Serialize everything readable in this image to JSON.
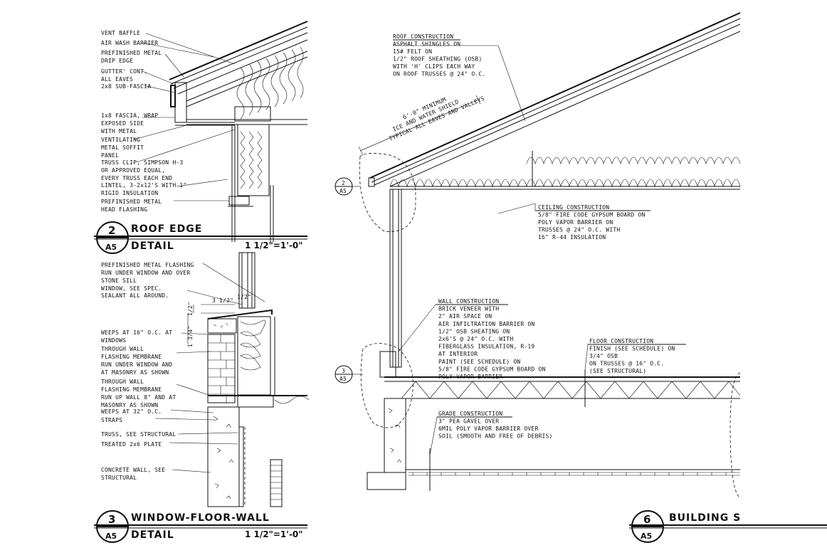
{
  "details": {
    "roof_edge": {
      "number": "2",
      "sheet": "A5",
      "title_line1": "ROOF EDGE",
      "title_line2": "DETAIL",
      "scale": "1 1/2\"=1'-0\"",
      "labels": [
        "VENT BAFFLE",
        "AIR WASH BARRIER",
        "PREFINISHED METAL",
        "DRIP EDGE",
        "GUTTER' CONT.",
        "ALL EAVES",
        "2x8 SUB-FASCIA",
        "1x8 FASCIA, WRAP",
        "EXPOSED SIDE",
        "WITH METAL",
        "VENTILATING",
        "METAL SOFFIT",
        "PANEL",
        "TRUSS CLIP, SIMPSON H-3",
        "OR APPROVED EQUAL,",
        "EVERY TRUSS EACH END",
        "LINTEL, 3-2x12'S WITH 1\"",
        "RIGID INSULATION",
        "PREFINISHED METAL",
        "HEAD FLASHING"
      ]
    },
    "window_floor_wall": {
      "number": "3",
      "sheet": "A5",
      "title_line1": "WINDOW-FLOOR-WALL",
      "title_line2": "DETAIL",
      "scale": "1 1/2\"=1'-0\"",
      "labels": [
        "PREFINISHED METAL FLASHING",
        "RUN UNDER WINDOW AND OVER",
        "STONE SILL",
        "WINDOW, SEE SPEC.",
        "SEALANT ALL AROUND.",
        "WEEPS AT 16\" O.C. AT",
        "WINDOWS",
        "THROUGH WALL",
        "FLASHING MEMBRANE",
        "RUN UNDER WINDOW AND",
        "AT MASONRY AS SHOWN",
        "THROUGH WALL",
        "FLASHING MEMBRANE",
        "RUN UP WALL 8\" AND AT",
        "MASONRY AS SHOWN",
        "WEEPS AT 32\" O.C.",
        "STRAPS",
        "TRUSS, SEE STRUCTURAL",
        "TREATED 2x6 PLATE",
        "CONCRETE WALL, SEE",
        "STRUCTURAL"
      ],
      "dims": [
        "3 1/2\"",
        "1/2\"",
        "1/2\"",
        "1 3/4\""
      ]
    },
    "building_section": {
      "number": "6",
      "sheet": "A5",
      "title_line1": "BUILDING S",
      "callout_2": {
        "number": "2",
        "sheet": "A5"
      },
      "callout_3": {
        "number": "3",
        "sheet": "A5"
      },
      "shield_note": [
        "6'-0\" MINIMUM",
        "ICE AND WATER SHIELD",
        "TYPICAL ALL EAVES AND VALLEYS"
      ],
      "roof_construction": [
        "ROOF CONSTRUCTION",
        "ASPHALT SHINGLES ON",
        "15# FELT ON",
        "1/2\" ROOF SHEATHING (OSB)",
        "WITH 'H' CLIPS EACH WAY",
        "ON ROOF TRUSSES @ 24\" O.C."
      ],
      "ceiling_construction": [
        "CEILING CONSTRUCTION",
        "5/8\" FIRE CODE GYPSUM BOARD ON",
        "POLY VAPOR BARRIER ON",
        "TRUSSES @ 24\" O.C. WITH",
        "16\" R-44 INSULATION"
      ],
      "wall_construction": [
        "WALL CONSTRUCTION",
        "BRICK VENEER WITH",
        "2\" AIR SPACE ON",
        "AIR INFILTRATION BARRIER ON",
        "1/2\" OSB SHEATING ON",
        "2x6'S @ 24\" O.C. WITH",
        "FIBERGLASS INSULATION, R-19",
        "AT INTERIOR",
        "PAINT (SEE SCHEDULE) ON",
        "5/8\" FIRE CODE GYPSUM BOARD ON",
        "POLY VAPOR BARRIER"
      ],
      "floor_construction": [
        "FLOOR CONSTRUCTION",
        "FINISH (SEE SCHEDULE) ON",
        "3/4\" OSB",
        "ON TRUSSES @ 16\" O.C.",
        "(SEE STRUCTURAL)"
      ],
      "grade_construction": [
        "GRADE CONSTRUCTION",
        "3\" PEA GAVEL OVER",
        "6MIL POLY VAPOR BARRIER OVER",
        "SOIL (SMOOTH AND FREE OF DEBRIS)"
      ]
    }
  }
}
